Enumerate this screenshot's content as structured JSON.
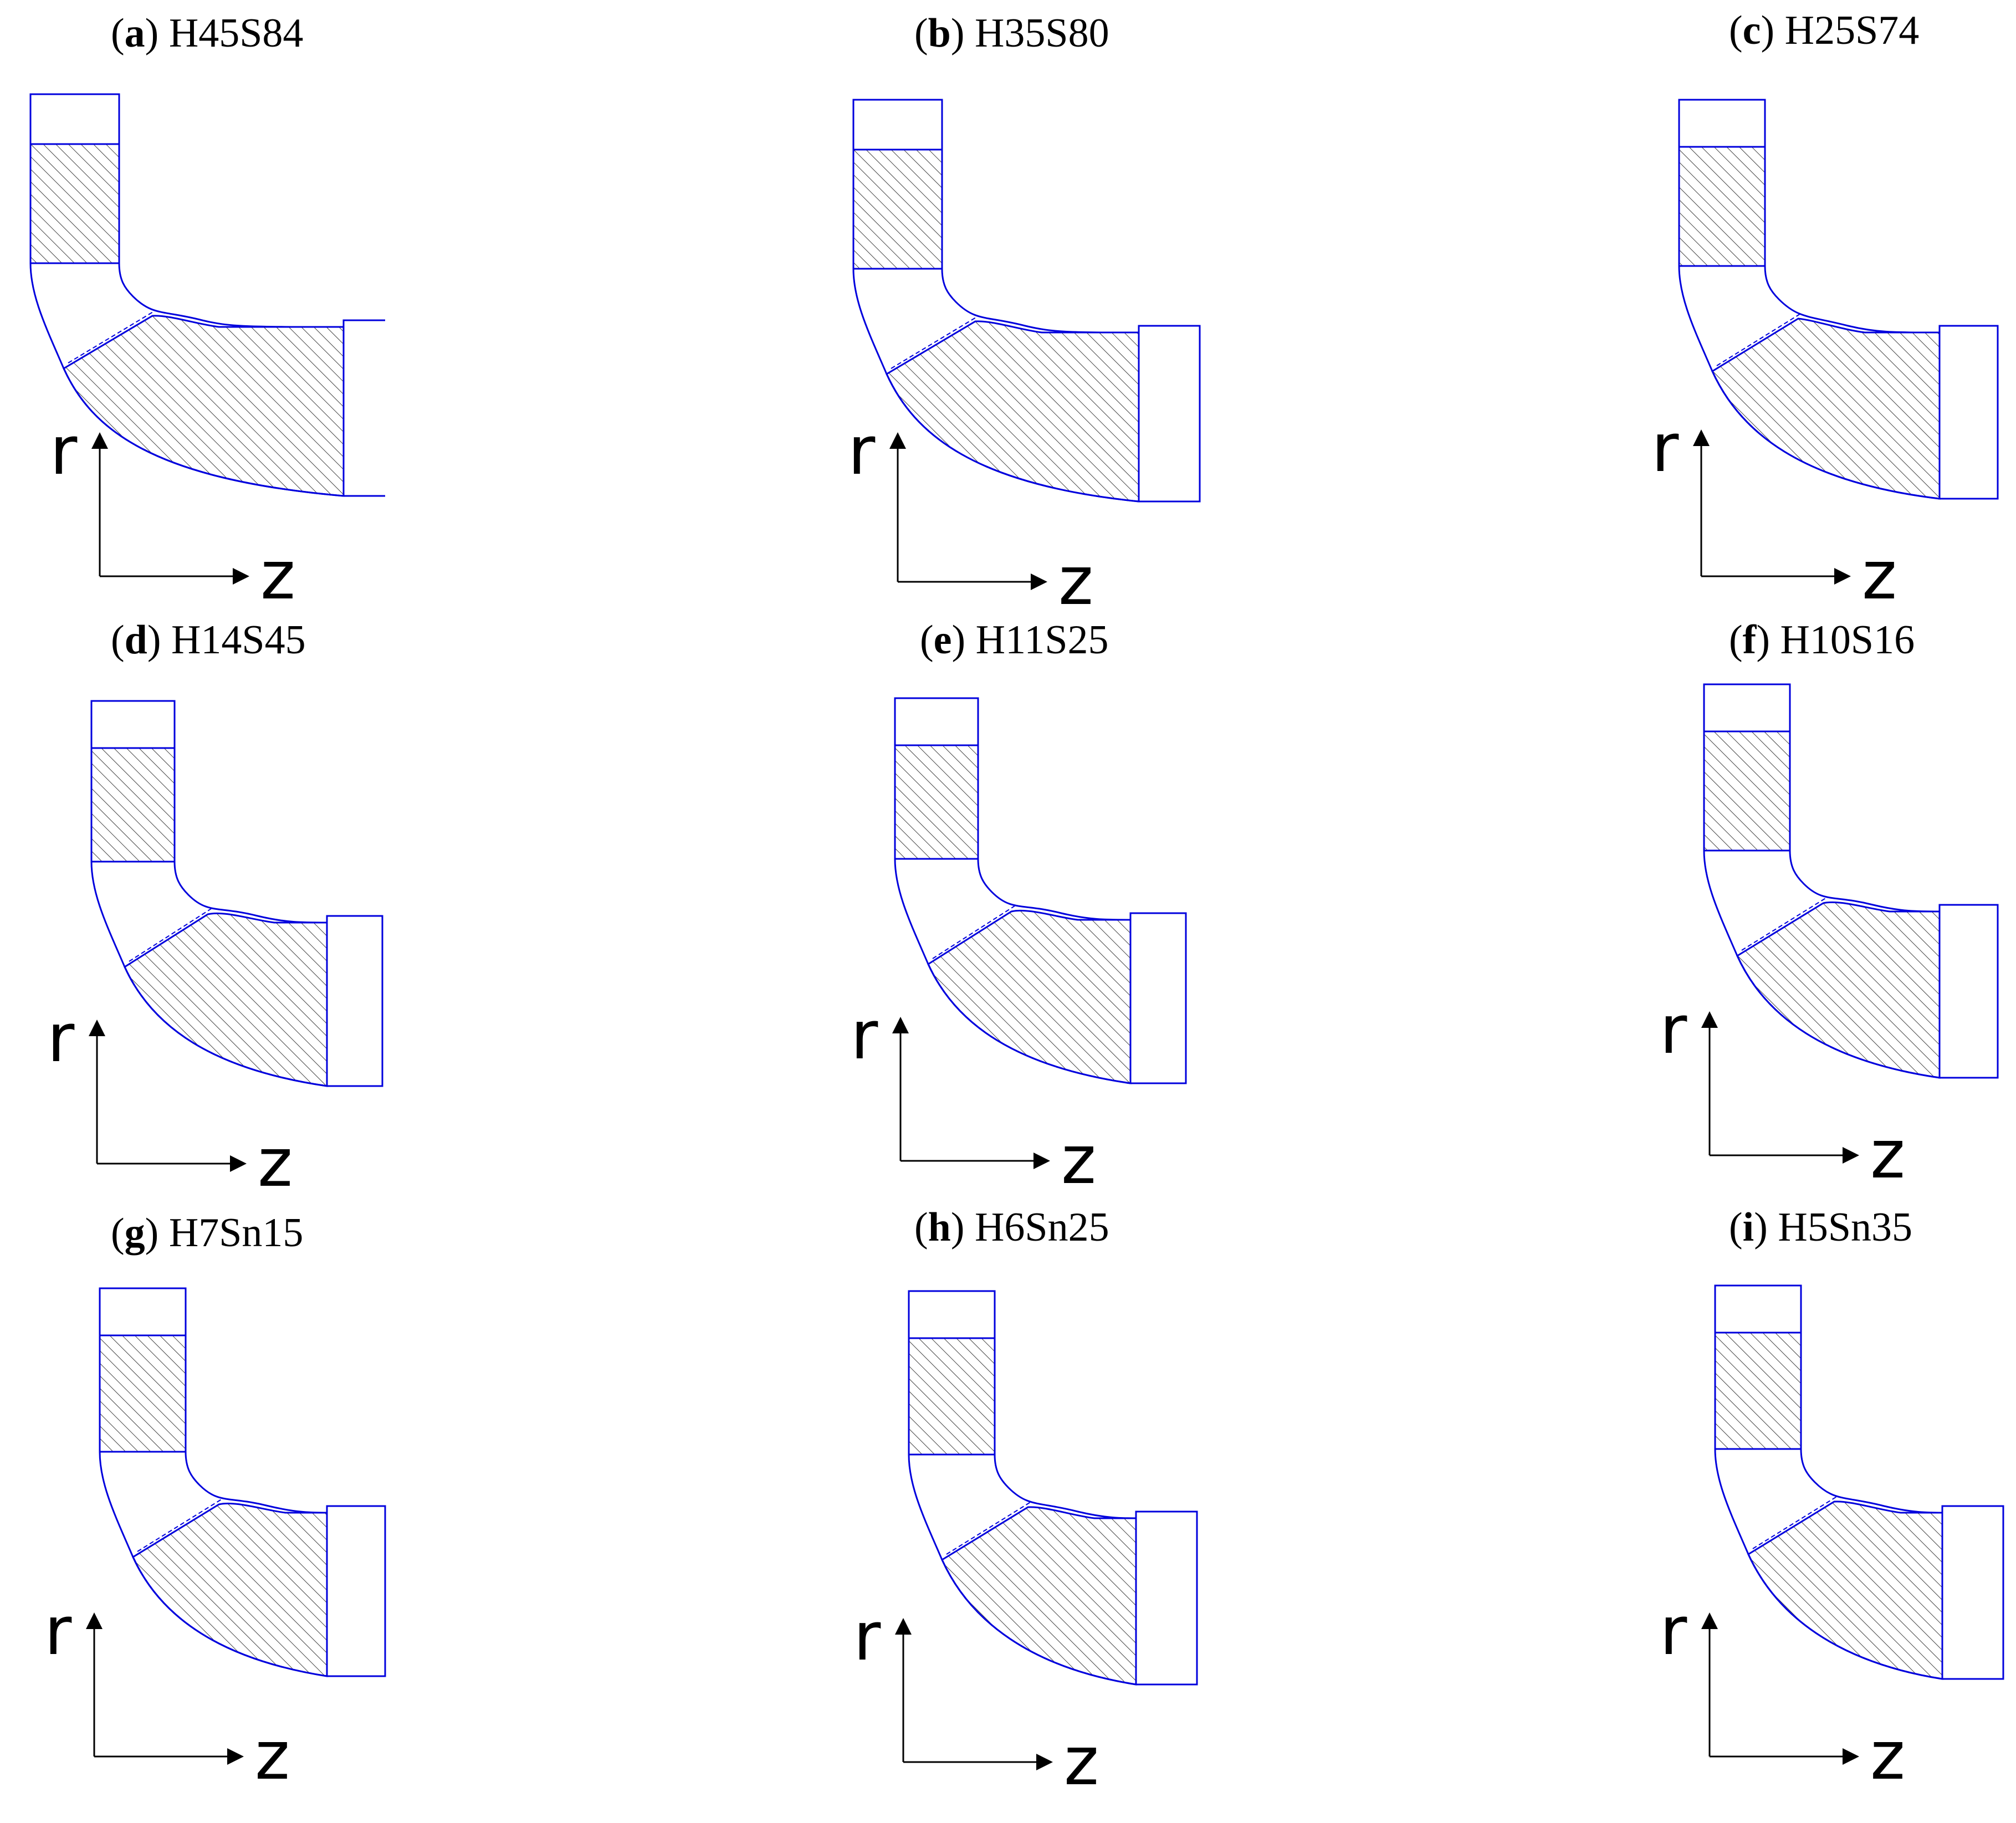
{
  "colors": {
    "outline": "#0000dd",
    "hatch": "#444444",
    "axis": "#000000"
  },
  "axis_labels": {
    "vertical": "r",
    "horizontal": "z"
  },
  "panels": [
    {
      "id": "a",
      "paren_open": "(",
      "letter": "a",
      "paren_close": ")",
      "label": "H45S84"
    },
    {
      "id": "b",
      "paren_open": "(",
      "letter": "b",
      "paren_close": ")",
      "label": "H35S80"
    },
    {
      "id": "c",
      "paren_open": "(",
      "letter": "c",
      "paren_close": ")",
      "label": "H25S74"
    },
    {
      "id": "d",
      "paren_open": "(",
      "letter": "d",
      "paren_close": ")",
      "label": "H14S45"
    },
    {
      "id": "e",
      "paren_open": "(",
      "letter": "e",
      "paren_close": ")",
      "label": "H11S25"
    },
    {
      "id": "f",
      "paren_open": "(",
      "letter": "f",
      "paren_close": ")",
      "label": "H10S16"
    },
    {
      "id": "g",
      "paren_open": "(",
      "letter": "g",
      "paren_close": ")",
      "label": "H7Sn15"
    },
    {
      "id": "h",
      "paren_open": "(",
      "letter": "h",
      "paren_close": ")",
      "label": "H6Sn25"
    },
    {
      "id": "i",
      "paren_open": "(",
      "letter": "i",
      "paren_close": ")",
      "label": "H5Sn35"
    }
  ]
}
